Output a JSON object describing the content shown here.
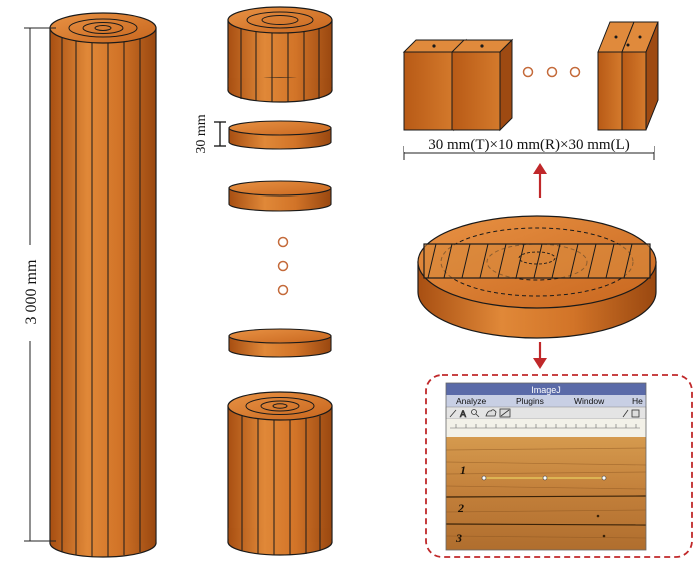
{
  "labels": {
    "log_length": "3 000 mm",
    "disc_thickness": "30 mm",
    "specimen_size": "30 mm(T)×10 mm(R)×30 mm(L)"
  },
  "imagej": {
    "title": "ImageJ",
    "menu": [
      "Analyze",
      "Plugins",
      "Window",
      "He"
    ],
    "ruler_marks": [
      "1",
      "2",
      "3"
    ]
  },
  "colors": {
    "wood": "#c8651c",
    "wood_light": "#e48a3a",
    "wood_top": "#d8782a",
    "outline": "#1a1a1a",
    "arrow": "#c0282a",
    "dashed_box": "#c0282a",
    "imagej_titlebar": "#5a6aa8",
    "imagej_menubar": "#c8cfe4"
  }
}
